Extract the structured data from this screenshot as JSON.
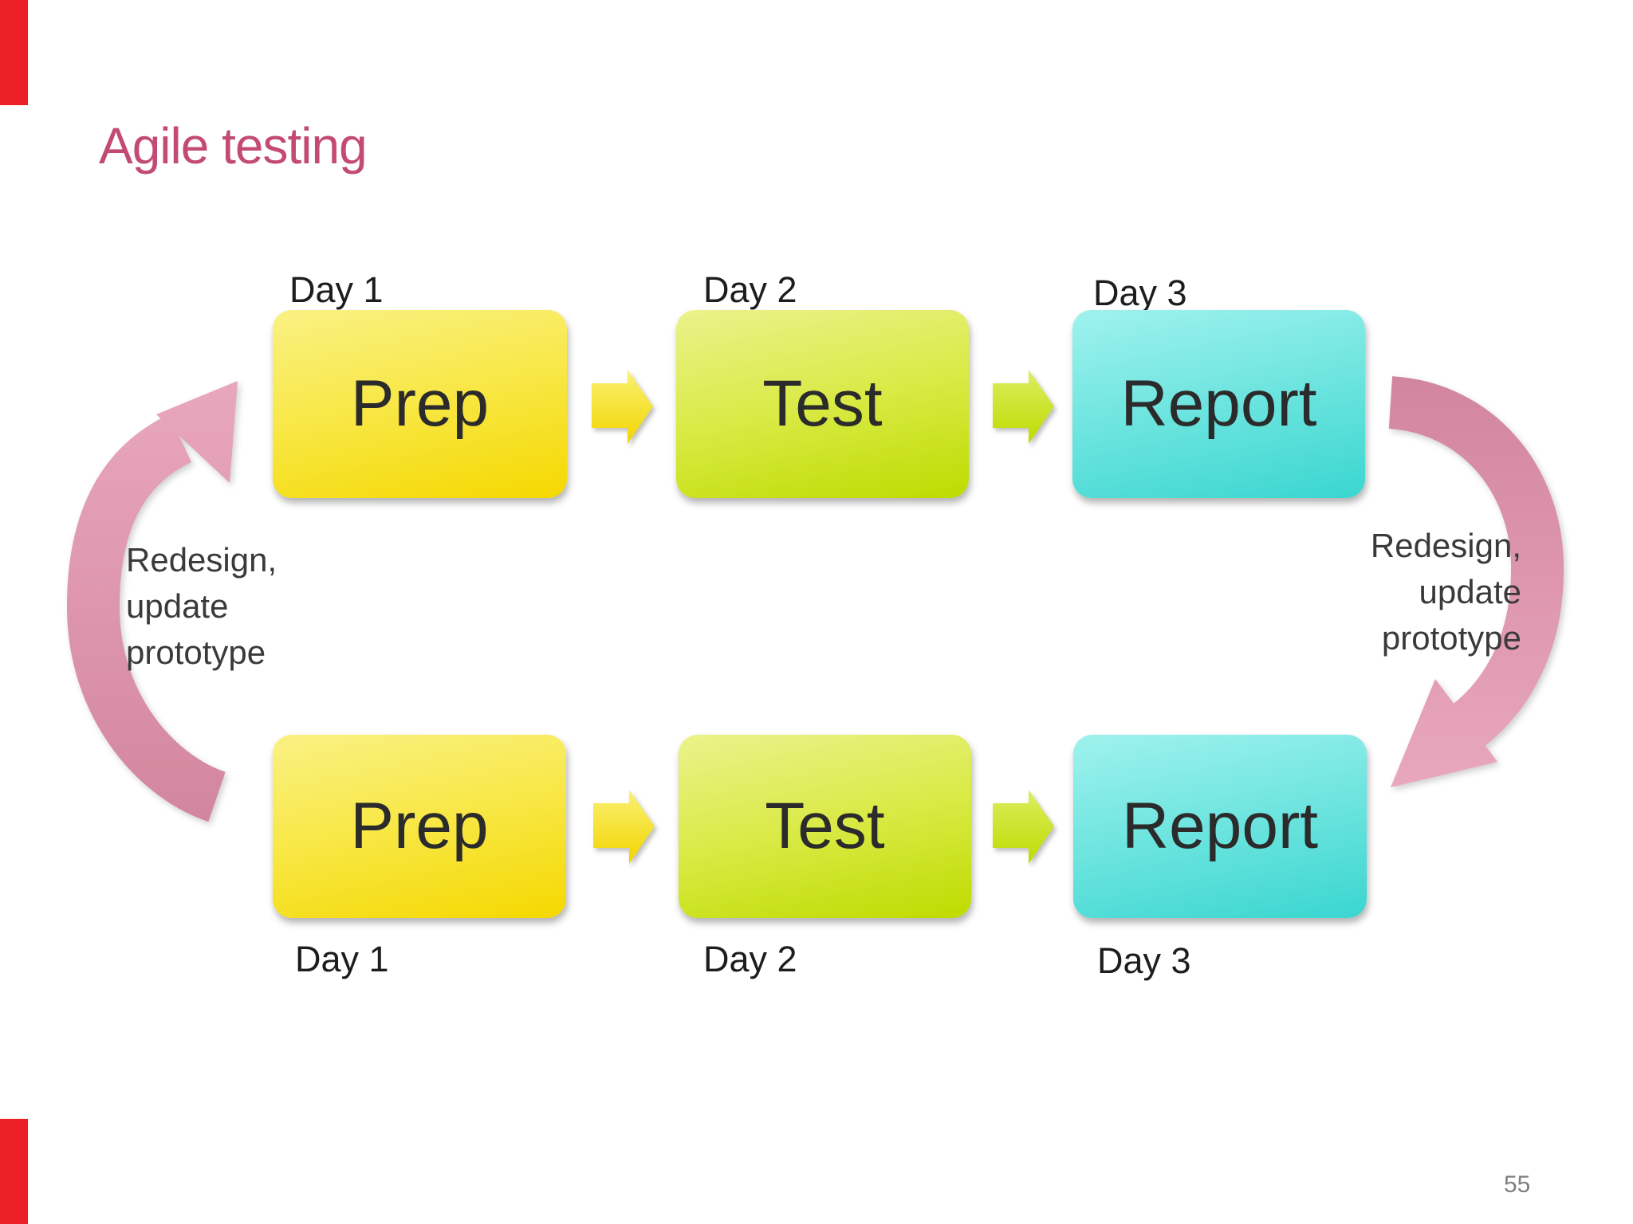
{
  "slide": {
    "title": "Agile testing",
    "page_number": "55"
  },
  "flow": {
    "top_row": {
      "day_label_position": "above",
      "steps": [
        {
          "day": "Day 1",
          "label": "Prep",
          "color": "#F5D800"
        },
        {
          "day": "Day 2",
          "label": "Test",
          "color": "#BEDB00"
        },
        {
          "day": "Day 3",
          "label": "Report",
          "color": "#3AD6D0"
        }
      ]
    },
    "bottom_row": {
      "day_label_position": "below",
      "steps": [
        {
          "day": "Day 1",
          "label": "Prep",
          "color": "#F5D800"
        },
        {
          "day": "Day 2",
          "label": "Test",
          "color": "#BEDB00"
        },
        {
          "day": "Day 3",
          "label": "Report",
          "color": "#3AD6D0"
        }
      ]
    },
    "loop_annotations": {
      "left": {
        "lines": [
          "Redesign,",
          "update",
          "prototype"
        ]
      },
      "right": {
        "lines": [
          "Redesign,",
          "update",
          "prototype"
        ]
      }
    }
  },
  "icons": {
    "forward_arrow": "block-arrow-right",
    "loop_left": "pink-curved-arrow-counterclockwise-up",
    "loop_right": "pink-curved-arrow-clockwise-down"
  },
  "colors": {
    "background": "#FFFFFF",
    "title": "#C34B72",
    "red_edge_marker": "#EC2027",
    "yellow_box_light": "#FAF184",
    "yellow_box_dark": "#F5D800",
    "green_box_light": "#EBF28C",
    "green_box_dark": "#BEDB00",
    "cyan_box_light": "#A0F2EE",
    "cyan_box_dark": "#3AD6D0",
    "yellow_arrow_light": "#FAF173",
    "yellow_arrow_dark": "#F2D400",
    "green_arrow_light": "#DCEE60",
    "green_arrow_dark": "#BEDB00",
    "pink_arrow_light": "#E9A8BE",
    "pink_arrow_dark": "#D2859E",
    "text_dark": "#2B2B2B",
    "page_number_gray": "#7F7F7F"
  }
}
